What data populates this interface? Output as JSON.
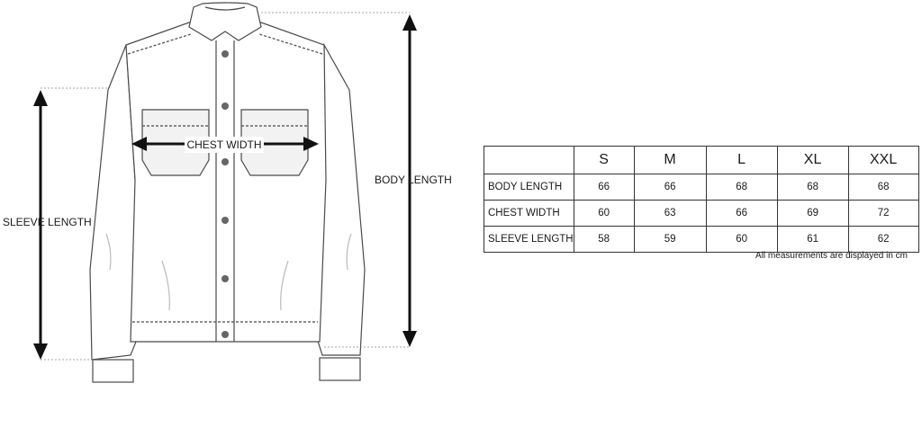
{
  "figure": {
    "labels": {
      "chest": "CHEST WIDTH",
      "body": "BODY LENGTH",
      "sleeve": "SLEEVE LENGTH"
    }
  },
  "table": {
    "headers": [
      "",
      "S",
      "M",
      "L",
      "XL",
      "XXL"
    ],
    "rows": [
      {
        "label": "BODY LENGTH",
        "values": [
          "66",
          "66",
          "68",
          "68",
          "68"
        ]
      },
      {
        "label": "CHEST WIDTH",
        "values": [
          "60",
          "63",
          "66",
          "69",
          "72"
        ]
      },
      {
        "label": "SLEEVE LENGTH",
        "values": [
          "58",
          "59",
          "60",
          "61",
          "62"
        ]
      }
    ]
  },
  "note": "All measurements are displayed in cm"
}
